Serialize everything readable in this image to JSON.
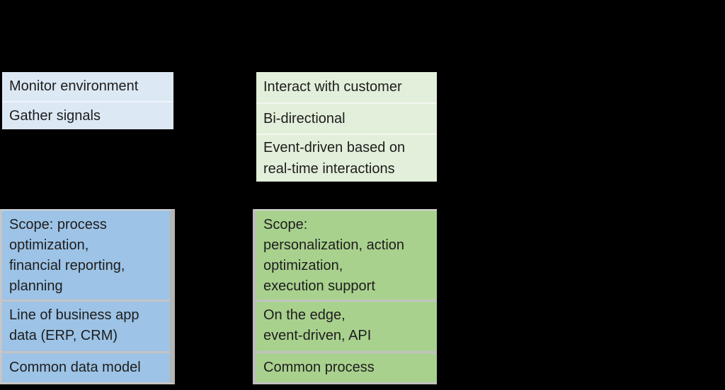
{
  "background_color": "#000000",
  "palette": {
    "light_blue_fill": "#DCE8F4",
    "light_green_fill": "#E2EFDA",
    "blue_fill": "#9DC3E6",
    "green_fill": "#A9D18E",
    "border_gray": "#C4C4C4",
    "text_color": "#1D1D1D"
  },
  "columns": [
    {
      "name": "left-blue-column",
      "top_group": {
        "rows": [
          "Monitor environment",
          "Gather signals"
        ]
      },
      "bottom_group": {
        "rows": [
          "Scope: process\noptimization,\nfinancial reporting,\nplanning",
          "Line of business app\ndata (ERP, CRM)",
          "Common data model"
        ]
      }
    },
    {
      "name": "right-green-column",
      "top_group": {
        "rows": [
          "Interact with customer",
          "Bi-directional",
          "Event-driven based on\nreal-time interactions"
        ]
      },
      "bottom_group": {
        "rows": [
          "Scope:\npersonalization, action\noptimization,\nexecution support",
          "On the edge,\nevent-driven, API",
          "Common process"
        ]
      }
    }
  ]
}
